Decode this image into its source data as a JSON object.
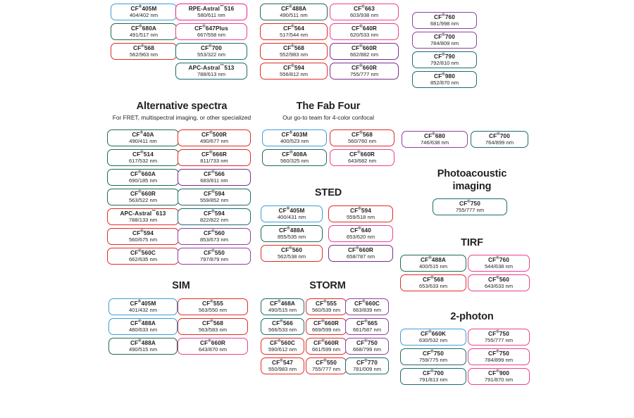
{
  "palette": {
    "blue": "#3e9cd6",
    "green": "#1f6b4f",
    "red": "#e02b26",
    "pink": "#e5238f",
    "magenta": "#ec3f8e",
    "purple": "#7b2c8f",
    "teal": "#1d6b6b",
    "darkgreen": "#1d5f48",
    "violet": "#8e3f9e",
    "rose": "#e8407f"
  },
  "sections": [
    {
      "id": "top-block-a",
      "title": "",
      "subtitle": "",
      "columns": [
        {
          "chips": [
            {
              "name": "CF",
              "sup": "®",
              "suffix": "405M",
              "values": "404/402 nm",
              "color": "#3e9cd6"
            },
            {
              "name": "CF",
              "sup": "®",
              "suffix": "680A",
              "values": "491/517 nm",
              "color": "#1f6b4f"
            },
            {
              "name": "CF",
              "sup": "®",
              "suffix": "568",
              "values": "562/963 nm",
              "color": "#e02b26"
            }
          ]
        },
        {
          "chips": [
            {
              "name": "RPE-Astral",
              "sup": "™",
              "suffix": "516",
              "values": "580/611 nm",
              "color": "#e5238f"
            },
            {
              "name": "CF",
              "sup": "®",
              "suffix": "647Plus",
              "values": "667/558 nm",
              "color": "#ec3f8e"
            },
            {
              "name": "CF",
              "sup": "®",
              "suffix": "700",
              "values": "553/322 nm",
              "color": "#1d6b6b"
            },
            {
              "name": "APC-Astral",
              "sup": "™",
              "suffix": "513",
              "values": "788/613 nm",
              "color": "#1d6b6b"
            }
          ]
        },
        {
          "chips": [
            {
              "name": "CF",
              "sup": "®",
              "suffix": "488A",
              "values": "490/511 nm",
              "color": "#1f6b4f"
            },
            {
              "name": "CF",
              "sup": "®",
              "suffix": "564",
              "values": "517/544 nm",
              "color": "#e02b26"
            },
            {
              "name": "CF",
              "sup": "®",
              "suffix": "568",
              "values": "552/983 nm",
              "color": "#e02b26"
            },
            {
              "name": "CF",
              "sup": "®",
              "suffix": "594",
              "values": "556/812 nm",
              "color": "#e02b26"
            }
          ]
        },
        {
          "chips": [
            {
              "name": "CF",
              "sup": "®",
              "suffix": "663",
              "values": "603/938 nm",
              "color": "#ec3f8e"
            },
            {
              "name": "CF",
              "sup": "®",
              "suffix": "640R",
              "values": "620/533 nm",
              "color": "#ec3f8e"
            },
            {
              "name": "CF",
              "sup": "®",
              "suffix": "660R",
              "values": "662/882 nm",
              "color": "#7b2c8f"
            },
            {
              "name": "CF",
              "sup": "®",
              "suffix": "660R",
              "values": "755/777 nm",
              "color": "#7b2c8f"
            }
          ]
        },
        {
          "chips": [
            {
              "name": "CF",
              "sup": "®",
              "suffix": "760",
              "values": "681/998 nm",
              "color": "#8e3f9e"
            },
            {
              "name": "CF",
              "sup": "®",
              "suffix": "700",
              "values": "784/809 nm",
              "color": "#8e3f9e"
            },
            {
              "name": "CF",
              "sup": "®",
              "suffix": "790",
              "values": "792/810 nm",
              "color": "#1d6b6b"
            },
            {
              "name": "CF",
              "sup": "®",
              "suffix": "980",
              "values": "852/870 nm",
              "color": "#1d6b6b"
            }
          ]
        }
      ]
    },
    {
      "id": "alternative-spectra",
      "title": "Alternative spectra",
      "subtitle": "For FRET, multispectral imaging, or other specialized",
      "columns": [
        {
          "chips": [
            {
              "name": "CF",
              "sup": "®",
              "suffix": "40A",
              "values": "490/411 nm",
              "color": "#1f6b4f"
            },
            {
              "name": "CF",
              "sup": "®",
              "suffix": "514",
              "values": "617/532 nm",
              "color": "#1f6b4f"
            },
            {
              "name": "CF",
              "sup": "®",
              "suffix": "660A",
              "values": "690/185 nm",
              "color": "#1f6b4f"
            },
            {
              "name": "CF",
              "sup": "®",
              "suffix": "660R",
              "values": "563/522 nm",
              "color": "#1f6b4f"
            },
            {
              "name": "APC-Astral",
              "sup": "™",
              "suffix": "613",
              "values": "788/133 nm",
              "color": "#e02b26"
            },
            {
              "name": "CF",
              "sup": "®",
              "suffix": "594",
              "values": "560/675 nm",
              "color": "#e02b26"
            },
            {
              "name": "CF",
              "sup": "®",
              "suffix": "560C",
              "values": "662/635 nm",
              "color": "#e02b26"
            }
          ]
        },
        {
          "chips": [
            {
              "name": "CF",
              "sup": "®",
              "suffix": "500R",
              "values": "490/677 nm",
              "color": "#e02b26"
            },
            {
              "name": "CF",
              "sup": "®",
              "suffix": "666R",
              "values": "811/733 nm",
              "color": "#e02b26"
            },
            {
              "name": "CF",
              "sup": "®",
              "suffix": "566",
              "values": "683/811 nm",
              "color": "#7b2c8f"
            },
            {
              "name": "CF",
              "sup": "®",
              "suffix": "594",
              "values": "559/852 nm",
              "color": "#1d6b6b"
            },
            {
              "name": "CF",
              "sup": "®",
              "suffix": "594",
              "values": "822/822 nm",
              "color": "#1d6b6b"
            },
            {
              "name": "CF",
              "sup": "®",
              "suffix": "560",
              "values": "853/673 nm",
              "color": "#8e3f9e"
            },
            {
              "name": "CF",
              "sup": "®",
              "suffix": "550",
              "values": "797/879 nm",
              "color": "#8e3f9e"
            }
          ]
        }
      ]
    },
    {
      "id": "fab-four",
      "title": "The Fab Four",
      "subtitle": "Our go-to team for 4-color confocal",
      "columns": [
        {
          "chips": [
            {
              "name": "CF",
              "sup": "®",
              "suffix": "403M",
              "values": "400/523 nm",
              "color": "#3e9cd6"
            },
            {
              "name": "CF",
              "sup": "®",
              "suffix": "408A",
              "values": "560/325 nm",
              "color": "#1f6b4f"
            }
          ]
        },
        {
          "chips": [
            {
              "name": "CF",
              "sup": "®",
              "suffix": "568",
              "values": "560/760 nm",
              "color": "#e02b26"
            },
            {
              "name": "CF",
              "sup": "®",
              "suffix": "660R",
              "values": "643/682 nm",
              "color": "#ec3f8e"
            }
          ]
        }
      ]
    },
    {
      "id": "sted",
      "title": "STED",
      "subtitle": "",
      "columns": [
        {
          "chips": [
            {
              "name": "CF",
              "sup": "®",
              "suffix": "405M",
              "values": "400/431 nm",
              "color": "#3e9cd6"
            },
            {
              "name": "CF",
              "sup": "®",
              "suffix": "488A",
              "values": "855/535 nm",
              "color": "#1f6b4f"
            },
            {
              "name": "CF",
              "sup": "®",
              "suffix": "560",
              "values": "562/538 nm",
              "color": "#e02b26"
            }
          ]
        },
        {
          "chips": [
            {
              "name": "CF",
              "sup": "®",
              "suffix": "594",
              "values": "559/518 nm",
              "color": "#e02b26"
            },
            {
              "name": "CF",
              "sup": "®",
              "suffix": "640",
              "values": "653/620 nm",
              "color": "#ec3f8e"
            },
            {
              "name": "CF",
              "sup": "®",
              "suffix": "660R",
              "values": "658/787 nm",
              "color": "#7b2c8f"
            }
          ]
        }
      ]
    },
    {
      "id": "photoacoustic",
      "title": "Photoacoustic imaging",
      "subtitle": "",
      "columns": [
        {
          "chips": [
            {
              "name": "CF",
              "sup": "®",
              "suffix": "750",
              "values": "755/777 nm",
              "color": "#1d6b6b"
            }
          ]
        }
      ]
    },
    {
      "id": "nir-pair",
      "title": "",
      "subtitle": "",
      "columns": [
        {
          "chips": [
            {
              "name": "CF",
              "sup": "®",
              "suffix": "680",
              "values": "746/638 nm",
              "color": "#8e3f9e"
            }
          ]
        },
        {
          "chips": [
            {
              "name": "CF",
              "sup": "®",
              "suffix": "700",
              "values": "764/899 nm",
              "color": "#1d6b6b"
            }
          ]
        }
      ]
    },
    {
      "id": "tirf",
      "title": "TIRF",
      "subtitle": "",
      "columns": [
        {
          "chips": [
            {
              "name": "CF",
              "sup": "®",
              "suffix": "488A",
              "values": "400/515 nm",
              "color": "#1f6b4f"
            },
            {
              "name": "CF",
              "sup": "®",
              "suffix": "568",
              "values": "653/633 nm",
              "color": "#e02b26"
            }
          ]
        },
        {
          "chips": [
            {
              "name": "CF",
              "sup": "®",
              "suffix": "760",
              "values": "544/638 nm",
              "color": "#ec3f8e"
            },
            {
              "name": "CF",
              "sup": "®",
              "suffix": "560",
              "values": "643/633 nm",
              "color": "#ec3f8e"
            }
          ]
        }
      ]
    },
    {
      "id": "2-photon",
      "title": "2-photon",
      "subtitle": "",
      "columns": [
        {
          "chips": [
            {
              "name": "CF",
              "sup": "®",
              "suffix": "660K",
              "values": "630/532 nm",
              "color": "#3e9cd6"
            },
            {
              "name": "CF",
              "sup": "®",
              "suffix": "750",
              "values": "759/775 nm",
              "color": "#1d6b6b"
            },
            {
              "name": "CF",
              "sup": "®",
              "suffix": "700",
              "values": "791/813 nm",
              "color": "#1d6b6b"
            }
          ]
        },
        {
          "chips": [
            {
              "name": "CF",
              "sup": "®",
              "suffix": "750",
              "values": "755/777 nm",
              "color": "#ec3f8e"
            },
            {
              "name": "CF",
              "sup": "®",
              "suffix": "750",
              "values": "784/899 nm",
              "color": "#ec3f8e"
            },
            {
              "name": "CF",
              "sup": "®",
              "suffix": "900",
              "values": "791/870 nm",
              "color": "#ec3f8e"
            }
          ]
        }
      ]
    },
    {
      "id": "sim",
      "title": "SIM",
      "subtitle": "",
      "columns": [
        {
          "chips": [
            {
              "name": "CF",
              "sup": "®",
              "suffix": "405M",
              "values": "401/432 nm",
              "color": "#3e9cd6"
            },
            {
              "name": "CF",
              "sup": "®",
              "suffix": "488A",
              "values": "480/633 nm",
              "color": "#3e9cd6"
            },
            {
              "name": "CF",
              "sup": "®",
              "suffix": "488A",
              "values": "490/515 nm",
              "color": "#1f6b4f"
            }
          ]
        },
        {
          "chips": [
            {
              "name": "CF",
              "sup": "®",
              "suffix": "555",
              "values": "563/550 nm",
              "color": "#e02b26"
            },
            {
              "name": "CF",
              "sup": "®",
              "suffix": "568",
              "values": "563/583 nm",
              "color": "#e02b26"
            },
            {
              "name": "CF",
              "sup": "®",
              "suffix": "660R",
              "values": "643/870 nm",
              "color": "#ec3f8e"
            }
          ]
        }
      ]
    },
    {
      "id": "storm",
      "title": "STORM",
      "subtitle": "",
      "columns": [
        {
          "chips": [
            {
              "name": "CF",
              "sup": "®",
              "suffix": "468A",
              "values": "490/515 nm",
              "color": "#1d6b6b"
            },
            {
              "name": "CF",
              "sup": "®",
              "suffix": "566",
              "values": "566/533 nm",
              "color": "#1d6b6b"
            },
            {
              "name": "CF",
              "sup": "®",
              "suffix": "560C",
              "values": "590/612 nm",
              "color": "#e02b26"
            },
            {
              "name": "CF",
              "sup": "®",
              "suffix": "547",
              "values": "550/983 nm",
              "color": "#e02b26"
            }
          ]
        },
        {
          "chips": [
            {
              "name": "CF",
              "sup": "®",
              "suffix": "555",
              "values": "560/539 nm",
              "color": "#e02b26"
            },
            {
              "name": "CF",
              "sup": "®",
              "suffix": "660R",
              "values": "669/599 nm",
              "color": "#e02b26"
            },
            {
              "name": "CF",
              "sup": "®",
              "suffix": "660R",
              "values": "661/599 nm",
              "color": "#e02b26"
            },
            {
              "name": "CF",
              "sup": "®",
              "suffix": "550",
              "values": "755/777 nm",
              "color": "#e02b26"
            }
          ]
        },
        {
          "chips": [
            {
              "name": "CF",
              "sup": "®",
              "suffix": "660C",
              "values": "663/839 nm",
              "color": "#8e3f9e"
            },
            {
              "name": "CF",
              "sup": "®",
              "suffix": "665",
              "values": "661/587 nm",
              "color": "#8e3f9e"
            },
            {
              "name": "CF",
              "sup": "®",
              "suffix": "750",
              "values": "668/799 nm",
              "color": "#8e3f9e"
            },
            {
              "name": "CF",
              "sup": "®",
              "suffix": "770",
              "values": "781/009 nm",
              "color": "#1d6b6b"
            }
          ]
        }
      ]
    }
  ],
  "layout": {
    "top-block-a": {
      "cols": [
        [
          157,
          5,
          94
        ],
        [
          249,
          5,
          102
        ],
        [
          369,
          5,
          96
        ],
        [
          468,
          5,
          98
        ],
        [
          585,
          17,
          92
        ]
      ]
    },
    "alternative-spectra": {
      "title": [
        152,
        143,
        212
      ],
      "subtitle": [
        152,
        162,
        212
      ],
      "cols": [
        [
          152,
          184,
          102
        ],
        [
          252,
          184,
          104
        ]
      ]
    },
    "fab-four": {
      "title": [
        378,
        143,
        176
      ],
      "subtitle": [
        378,
        162,
        176
      ],
      "cols": [
        [
          372,
          184,
          92
        ],
        [
          468,
          184,
          92
        ]
      ]
    },
    "sted": {
      "title": [
        372,
        266,
        188
      ],
      "cols": [
        [
          370,
          292,
          88
        ],
        [
          466,
          292,
          92
        ]
      ]
    },
    "photoacoustic": {
      "title": [
        600,
        238,
        140
      ],
      "cols": [
        [
          614,
          282,
          106
        ]
      ]
    },
    "nir-pair": {
      "cols": [
        [
          570,
          186,
          94
        ],
        [
          668,
          186,
          82
        ]
      ]
    },
    "tirf": {
      "title": [
        600,
        337,
        140
      ],
      "cols": [
        [
          568,
          362,
          94
        ],
        [
          664,
          362,
          88
        ]
      ]
    },
    "2-photon": {
      "title": [
        600,
        442,
        140
      ],
      "cols": [
        [
          568,
          467,
          94
        ],
        [
          664,
          467,
          88
        ]
      ]
    },
    "sim": {
      "title": [
        152,
        398,
        210
      ],
      "cols": [
        [
          154,
          424,
          98
        ],
        [
          252,
          424,
          100
        ]
      ]
    },
    "storm": {
      "title": [
        368,
        398,
        194
      ],
      "cols": [
        [
          370,
          424,
          62
        ],
        [
          434,
          424,
          58
        ],
        [
          490,
          424,
          62
        ]
      ]
    }
  }
}
